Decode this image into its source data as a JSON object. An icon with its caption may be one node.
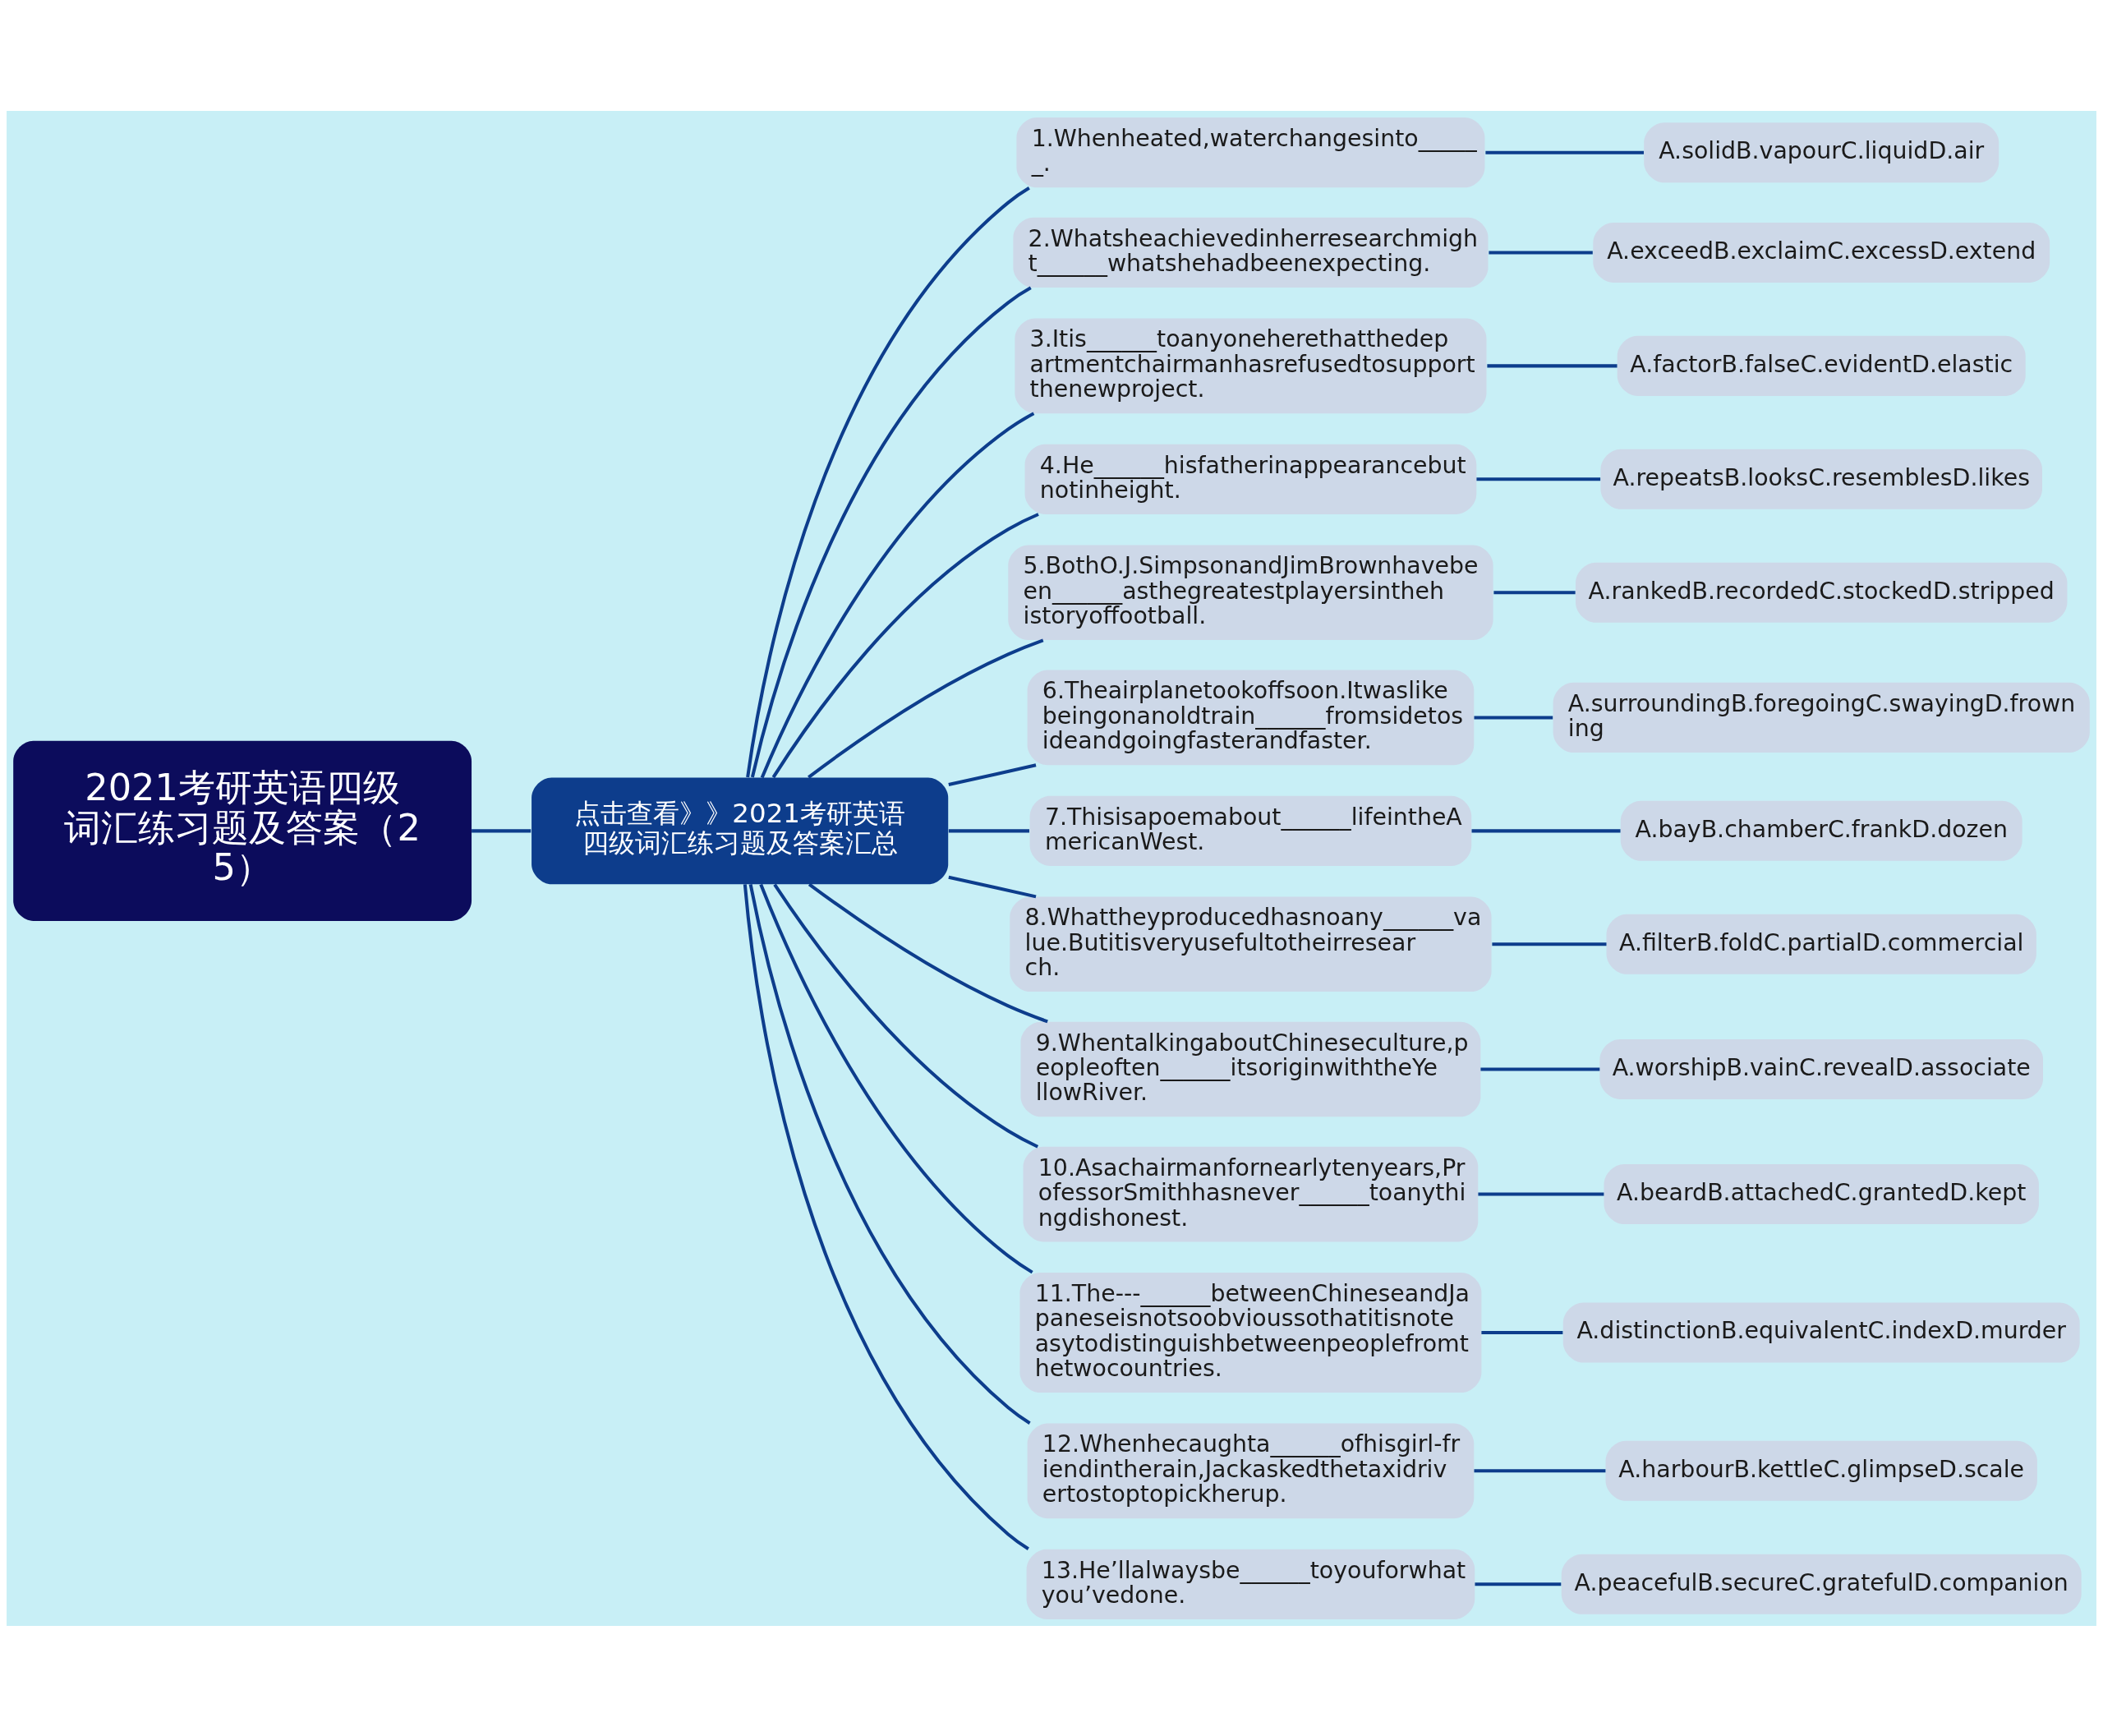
{
  "diagram": {
    "nodes": [
      {
        "text": [
          "2021考研英语四级词汇练习题及答案（25）"
        ]
      },
      {
        "text": [
          "点击查看》》2021考研英语四级词汇练习题及答案汇总"
        ]
      },
      {
        "text": [
          "1.Whenheated,waterchangesinto______."
        ]
      },
      {
        "text": [
          "A.solidB.vapourC.liquidD.air"
        ]
      },
      {
        "text": [
          "2.Whatsheachievedinherresearchmight______whatshehadbeenexpecting."
        ]
      },
      {
        "text": [
          "A.exceedB.exclaimC.excessD.extend"
        ]
      },
      {
        "text": [
          "3.Itis______toanyoneherethatthedepartmentchairmanhasrefusedtosupportthenewproject."
        ]
      },
      {
        "text": [
          "A.factorB.falseC.evidentD.elastic"
        ]
      },
      {
        "text": [
          "4.He______hisfatherinappearancebutnotinheight."
        ]
      },
      {
        "text": [
          "A.repeatsB.looksC.resemblesD.likes"
        ]
      },
      {
        "text": [
          "5.BothO.J.SimpsonandJimBrownhavebeen______asthegreatestplayersinthehistoryoffootball."
        ]
      },
      {
        "text": [
          "A.rankedB.recordedC.stockedD.stripped"
        ]
      },
      {
        "text": [
          "6.Theairplanetookoffsoon.Itwaslikebeingonanoldtrain______fromsidetosideandgoingfasterandfaster."
        ]
      },
      {
        "text": [
          "A.surroundingB.foregoingC.swayingD.frowning"
        ]
      },
      {
        "text": [
          "7.Thisisapoemabout______lifeintheAmericanWest."
        ]
      },
      {
        "text": [
          "A.bayB.chamberC.frankD.dozen"
        ]
      },
      {
        "text": [
          "8.Whattheyproducedhasnoany______value.Butitisveryusefultotheirresearch."
        ]
      },
      {
        "text": [
          "A.filterB.foldC.partialD.commercial"
        ]
      },
      {
        "text": [
          "9.WhentalkingaboutChineseculture,peopleoften______itsoriginwiththeYellowRiver."
        ]
      },
      {
        "text": [
          "A.worshipB.vainC.revealD.associate"
        ]
      },
      {
        "text": [
          "10.Asachairmanfornearlytenyears,ProfessorSmithhasnever______toanythingdishonest."
        ]
      },
      {
        "text": [
          "A.beardB.attachedC.grantedD.kept"
        ]
      },
      {
        "text": [
          "11.The---______betweenChineseandJapaneseisnotsoobvioussothatitisnoteasytodistinguishbetweenpeoplefromthetwocountries."
        ]
      },
      {
        "text": [
          "A.distinctionB.equivalentC.indexD.murder"
        ]
      },
      {
        "text": [
          "12.Whenhecaughta______ofhisgirl-friendintherain,Jackaskedthetaxidrivertostoptopickherup."
        ]
      },
      {
        "text": [
          "A.harbourB.kettleC.glimpseD.scale"
        ]
      },
      {
        "text": [
          "13.He’llalwaysbe______toyouforwhatyou’vedone."
        ]
      },
      {
        "text": [
          "A.peacefulB.secureC.gratefulD.companion"
        ]
      }
    ],
    "edges": [
      {
        "from": 0,
        "to": 1,
        "arrow": "none"
      },
      {
        "from": 1,
        "to": 2,
        "arrow": "none"
      },
      {
        "from": 2,
        "to": 3,
        "arrow": "none"
      },
      {
        "from": 1,
        "to": 4,
        "arrow": "none"
      },
      {
        "from": 4,
        "to": 5,
        "arrow": "none"
      },
      {
        "from": 1,
        "to": 6,
        "arrow": "none"
      },
      {
        "from": 6,
        "to": 7,
        "arrow": "none"
      },
      {
        "from": 1,
        "to": 8,
        "arrow": "none"
      },
      {
        "from": 8,
        "to": 9,
        "arrow": "none"
      },
      {
        "from": 1,
        "to": 10,
        "arrow": "none"
      },
      {
        "from": 10,
        "to": 11,
        "arrow": "none"
      },
      {
        "from": 1,
        "to": 12,
        "arrow": "none"
      },
      {
        "from": 12,
        "to": 13,
        "arrow": "none"
      },
      {
        "from": 1,
        "to": 14,
        "arrow": "none"
      },
      {
        "from": 14,
        "to": 15,
        "arrow": "none"
      },
      {
        "from": 1,
        "to": 16,
        "arrow": "none"
      },
      {
        "from": 16,
        "to": 17,
        "arrow": "none"
      },
      {
        "from": 1,
        "to": 18,
        "arrow": "none"
      },
      {
        "from": 18,
        "to": 19,
        "arrow": "none"
      },
      {
        "from": 1,
        "to": 20,
        "arrow": "none"
      },
      {
        "from": 20,
        "to": 21,
        "arrow": "none"
      },
      {
        "from": 1,
        "to": 22,
        "arrow": "none"
      },
      {
        "from": 22,
        "to": 23,
        "arrow": "none"
      },
      {
        "from": 1,
        "to": 24,
        "arrow": "none"
      },
      {
        "from": 24,
        "to": 25,
        "arrow": "none"
      },
      {
        "from": 1,
        "to": 26,
        "arrow": "none"
      },
      {
        "from": 26,
        "to": 27,
        "arrow": "none"
      }
    ]
  }
}
